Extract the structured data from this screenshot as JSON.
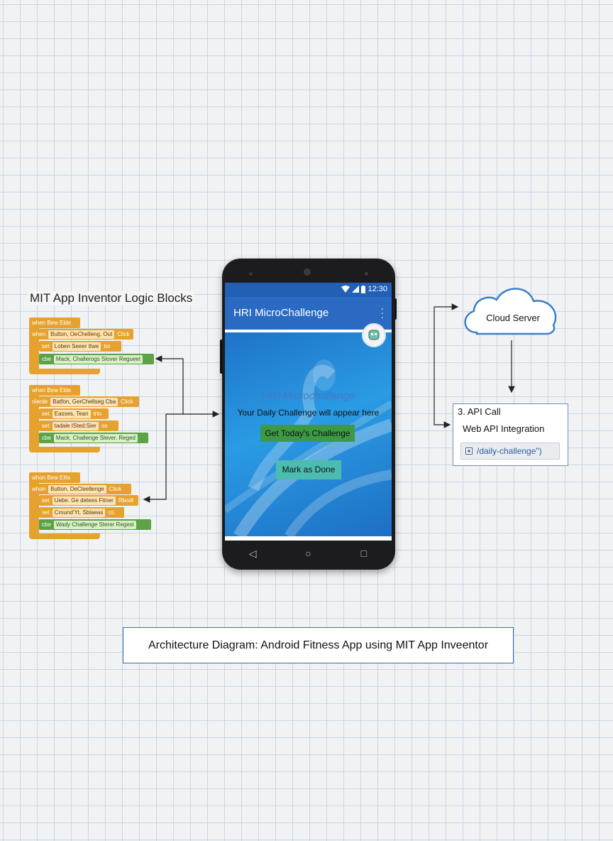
{
  "logic_blocks": {
    "title": "MIT App Inventor Logic Blocks",
    "groups": [
      {
        "header": "when Bew Elde",
        "rows": [
          {
            "kind": "orange",
            "kw": "when",
            "slot": "Button, OeChelleng. Out",
            "tail": "Click"
          },
          {
            "kind": "orange",
            "kw": "set",
            "slot": "Loben Seeer ttwe",
            "tail": "bo"
          },
          {
            "kind": "green",
            "kw": "cbe",
            "slot": "Mack, Challerogs Slover Regueet",
            "tail": ""
          }
        ]
      },
      {
        "header": "when Bew Elde",
        "rows": [
          {
            "kind": "orange",
            "kw": "rilerde",
            "slot": "Batfon, GerChellseg Cba",
            "tail": "Click"
          },
          {
            "kind": "orange",
            "kw": "set",
            "slot": "Easses, Tean",
            "tail": "trto"
          },
          {
            "kind": "orange",
            "kw": "set",
            "slot": "tadale ISted:Sier",
            "tail": "oo"
          },
          {
            "kind": "green",
            "kw": "cbe",
            "slot": "Mack, Challenge Slever. Reged",
            "tail": ""
          }
        ]
      },
      {
        "header": "whon Bew Elits",
        "rows": [
          {
            "kind": "orange",
            "kw": "whon",
            "slot": "Button, DeCleellenge",
            "tail": "Click"
          },
          {
            "kind": "orange",
            "kw": "set",
            "slot": "Uebe. Ge detees Fitner",
            "tail": "Rbodt"
          },
          {
            "kind": "orange",
            "kw": "set",
            "slot": "Cround'Yt. Sblaeas",
            "tail": "co"
          },
          {
            "kind": "green",
            "kw": "cbe",
            "slot": "Wady Challenge Sterer Regest",
            "tail": ""
          }
        ]
      }
    ]
  },
  "phone": {
    "status_time": "12:30",
    "app_title": "HRI MicroChallenge",
    "watermark_title": "HRI Microchallenge",
    "daily_text": "Your Daily Challenge will appear here",
    "get_button": "Get Today's Challenge",
    "done_button": "Mark as Done",
    "colors": {
      "app_bar": "#2a6ac2",
      "get_button": "#3c9a46",
      "done_button": "#4cbcae"
    }
  },
  "cloud": {
    "label": "Cloud Server"
  },
  "api": {
    "title": "3. API Call",
    "subtitle": "Web API Integration",
    "endpoint": "/daily-challenge\")"
  },
  "caption": "Architecture Diagram: Android Fitness App using MIT App Inveentor",
  "icons": [
    "wifi-icon",
    "signal-icon",
    "battery-icon",
    "menu-dots-icon",
    "chat-robot-icon",
    "back-nav-icon",
    "home-nav-icon",
    "recents-nav-icon",
    "cloud-icon",
    "document-icon"
  ]
}
